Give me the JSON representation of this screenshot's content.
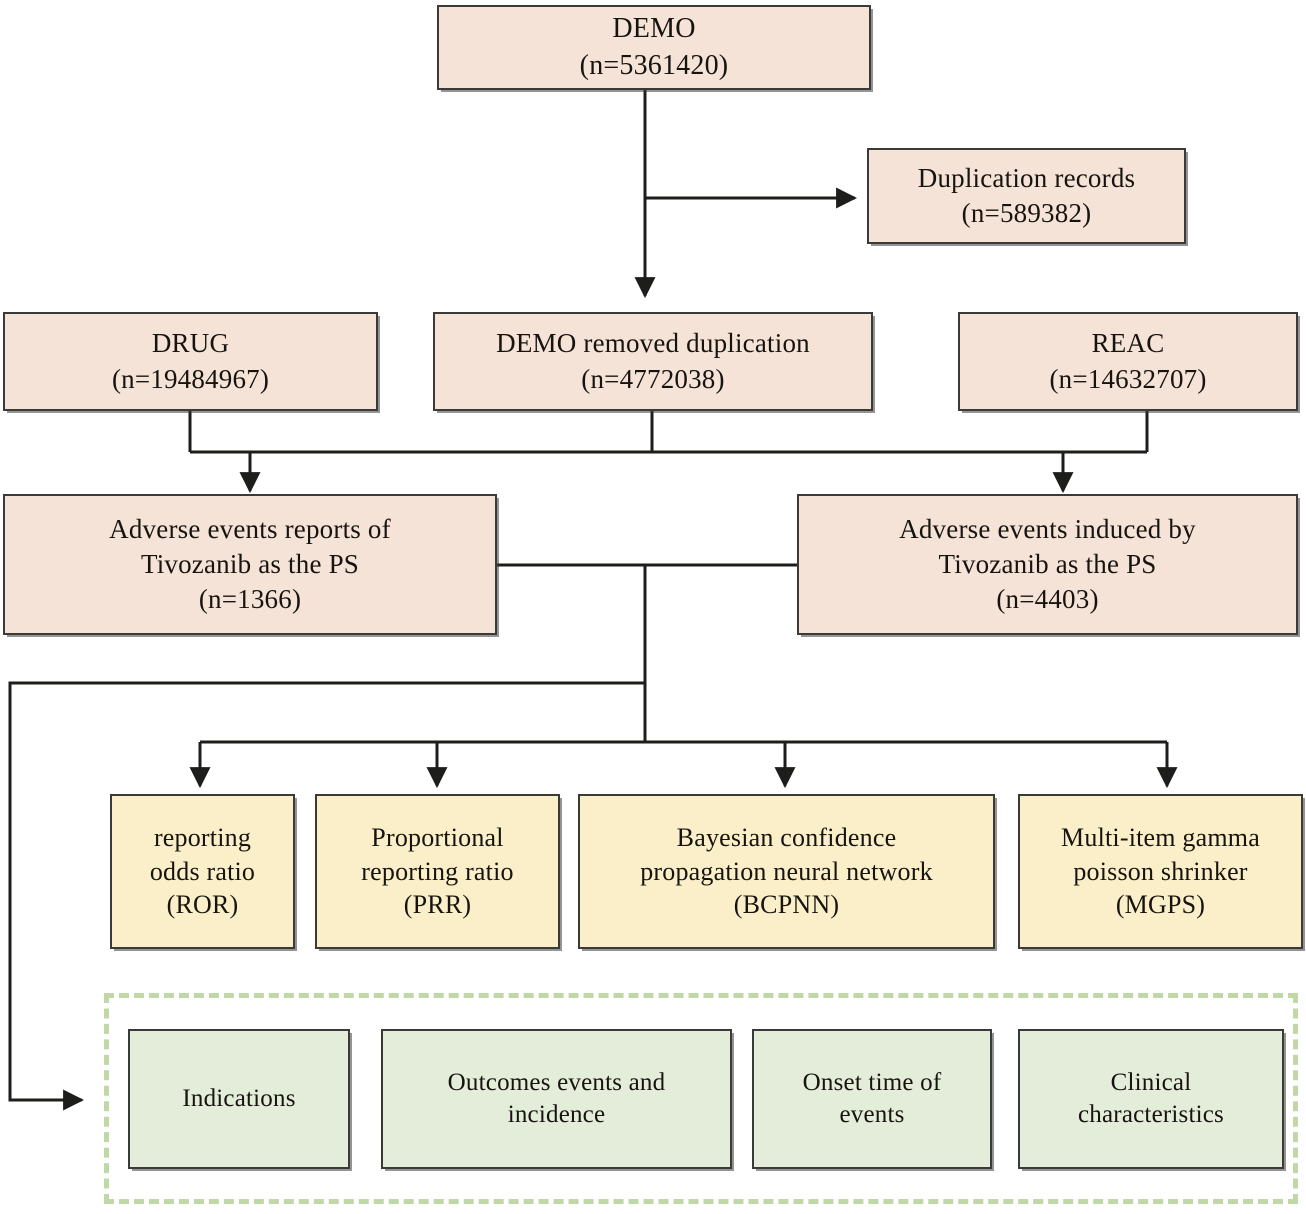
{
  "diagram": {
    "title": "FAERS Tivozanib pharmacovigilance study flowchart",
    "colors": {
      "source_box": "#f5e3d7",
      "method_box": "#faefc8",
      "analysis_box": "#e4edda",
      "dashed_border": "#bfd8a5",
      "stroke": "#3a3a38"
    },
    "nodes": {
      "demo": {
        "label": "DEMO",
        "count": "(n=5361420)"
      },
      "duplication": {
        "label": "Duplication records",
        "count": "(n=589382)"
      },
      "drug": {
        "label": "DRUG",
        "count": "(n=19484967)"
      },
      "demo_removed": {
        "label": "DEMO removed duplication",
        "count": "(n=4772038)"
      },
      "reac": {
        "label": "REAC",
        "count": "(n=14632707)"
      },
      "ae_reports": {
        "line1": "Adverse events reports of",
        "line2": "Tivozanib  as the PS",
        "count": "(n=1366)"
      },
      "ae_induced": {
        "line1": "Adverse events induced by",
        "line2": "Tivozanib  as the PS",
        "count": "(n=4403)"
      },
      "ror": {
        "line1": "reporting",
        "line2": "odds ratio",
        "abbrev": "(ROR)"
      },
      "prr": {
        "line1": "Proportional",
        "line2": "reporting  ratio",
        "abbrev": "(PRR)"
      },
      "bcpnn": {
        "line1": "Bayesian confidence",
        "line2": "propagation  neural  network",
        "abbrev": "(BCPNN)"
      },
      "mgps": {
        "line1": "Multi-item  gamma",
        "line2": "poisson shrinker",
        "abbrev": "(MGPS)"
      },
      "indications": {
        "line1": "Indications",
        "line2": ""
      },
      "outcomes": {
        "line1": "Outcomes  events  and",
        "line2": "incidence"
      },
      "onset": {
        "line1": "Onset time  of",
        "line2": "events"
      },
      "clinical": {
        "line1": "Clinical",
        "line2": "characteristics"
      }
    },
    "edges": [
      {
        "name": "demo-to-demo-removed",
        "from": "demo",
        "to": "demo_removed",
        "arrow": true
      },
      {
        "name": "demo-to-duplication",
        "from": "demo",
        "to": "duplication",
        "arrow": true
      },
      {
        "name": "drug-demo-reac-to-ae-reports",
        "from": "drug",
        "to": "ae_reports",
        "arrow": true
      },
      {
        "name": "drug-demo-reac-to-ae-induced",
        "from": "reac",
        "to": "ae_induced",
        "arrow": true
      },
      {
        "name": "ae-to-ror",
        "from": "ae_reports",
        "to": "ror",
        "arrow": true
      },
      {
        "name": "ae-to-prr",
        "from": "ae_reports",
        "to": "prr",
        "arrow": true
      },
      {
        "name": "ae-to-bcpnn",
        "from": "ae_reports",
        "to": "bcpnn",
        "arrow": true
      },
      {
        "name": "ae-to-mgps",
        "from": "ae_reports",
        "to": "mgps",
        "arrow": true
      },
      {
        "name": "ae-to-analysis-group",
        "from": "ae_reports",
        "to": "indications",
        "arrow": true
      }
    ]
  }
}
